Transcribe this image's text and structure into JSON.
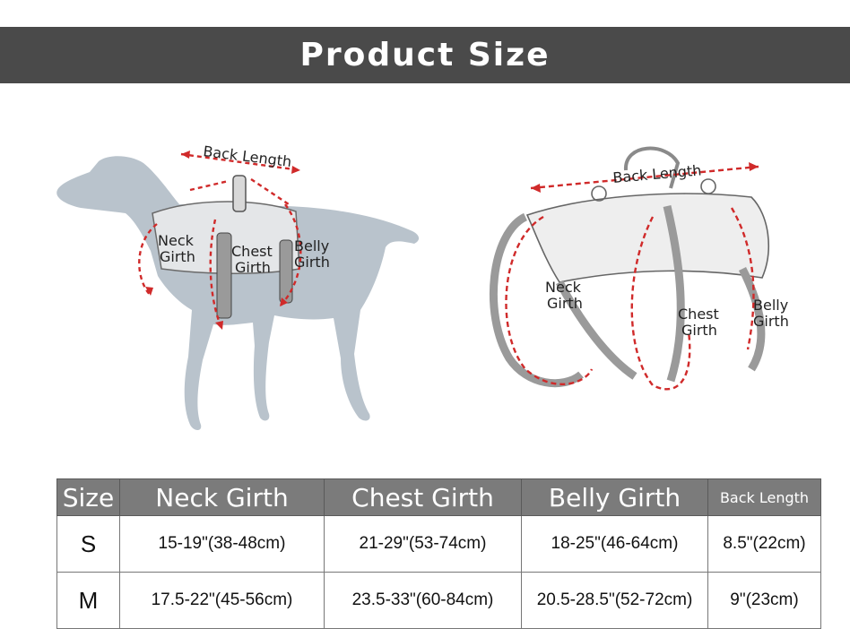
{
  "banner": {
    "title": "Product Size"
  },
  "dog_diagram": {
    "labels": {
      "back_length": "Back Length",
      "neck_1": "Neck",
      "neck_2": "Girth",
      "chest_1": "Chest",
      "chest_2": "Girth",
      "belly_1": "Belly",
      "belly_2": "Girth"
    },
    "colors": {
      "silhouette": "#b9c3cc",
      "measure_line": "#d02a2a"
    }
  },
  "harness_diagram": {
    "labels": {
      "back_length": "Back Length",
      "neck_1": "Neck",
      "neck_2": "Girth",
      "chest_1": "Chest",
      "chest_2": "Girth",
      "belly_1": "Belly",
      "belly_2": "Girth"
    }
  },
  "size_table": {
    "headers": {
      "size": "Size",
      "neck": "Neck Girth",
      "chest": "Chest Girth",
      "belly": "Belly Girth",
      "back": "Back Length"
    },
    "rows": [
      {
        "size": "S",
        "neck": "15-19\"(38-48cm)",
        "chest": "21-29\"(53-74cm)",
        "belly": "18-25\"(46-64cm)",
        "back": "8.5\"(22cm)"
      },
      {
        "size": "M",
        "neck": "17.5-22\"(45-56cm)",
        "chest": "23.5-33\"(60-84cm)",
        "belly": "20.5-28.5\"(52-72cm)",
        "back": "9\"(23cm)"
      }
    ],
    "colors": {
      "header_bg": "#7b7b7b",
      "header_text": "#ffffff"
    }
  }
}
